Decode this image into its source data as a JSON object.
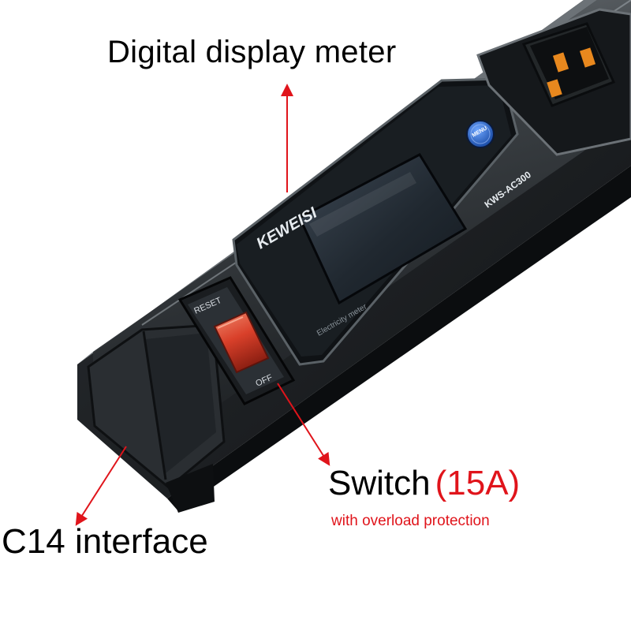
{
  "labels": {
    "meter": "Digital display meter",
    "switch": "Switch",
    "switch_rating": "(15A)",
    "switch_note": "with overload protection",
    "c14": "C14 interface"
  },
  "device_print": {
    "brand": "KEWEISI",
    "model": "KWS-AC300",
    "menu_button": "MENU",
    "switch_top": "RESET",
    "switch_bottom": "OFF",
    "screen_text": "Electricity meter"
  },
  "colors": {
    "annotation_red": "#e0141b",
    "housing": "#1f2326",
    "rocker": "#d9402a",
    "menu_blue": "#1f63c8"
  }
}
